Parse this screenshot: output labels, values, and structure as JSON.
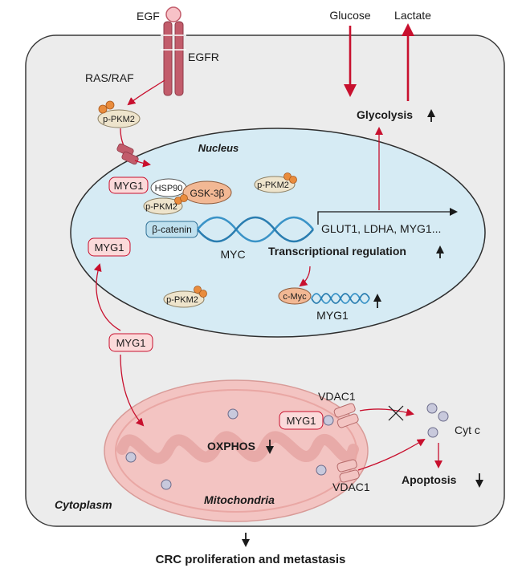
{
  "labels": {
    "egf": "EGF",
    "egfr": "EGFR",
    "ras_raf": "RAS/RAF",
    "glucose": "Glucose",
    "lactate": "Lactate",
    "glycolysis": "Glycolysis",
    "nucleus": "Nucleus",
    "myg1_nucleus": "MYG1",
    "hsp90": "HSP90",
    "gsk3b": "GSK-3β",
    "ppkm2_complex": "p-PKM2",
    "ppkm2_nucleus_top": "p-PKM2",
    "ppkm2_nucleus_bottom": "p-PKM2",
    "ppkm2_cyto": "p-PKM2",
    "beta_catenin": "β-catenin",
    "myc_gene": "MYC",
    "targets": "GLUT1, LDHA, MYG1...",
    "transcriptional_regulation": "Transcriptional regulation",
    "cmyc": "c-Myc",
    "myg1_gene": "MYG1",
    "myg1_left": "MYG1",
    "myg1_cyto": "MYG1",
    "myg1_mito": "MYG1",
    "vdac1_top": "VDAC1",
    "vdac1_bottom": "VDAC1",
    "cyt_c": "Cyt c",
    "oxphos": "OXPHOS",
    "apoptosis": "Apoptosis",
    "cytoplasm": "Cytoplasm",
    "mitochondria": "Mitochondria",
    "outcome": "CRC proliferation and metastasis"
  },
  "colors": {
    "cell_fill": "#ececec",
    "nucleus_fill": "#d6ebf4",
    "mito_fill": "#f3c4c2",
    "mito_inner": "#e9a7a4",
    "arrow_red": "#c8102e",
    "myg1_fill": "#fbdada",
    "pkm2_fill": "#eee4cc",
    "phospho": "#e98c3d",
    "gsk_fill": "#f2b894",
    "catenin_fill": "#bfe0ee",
    "dna_blue": "#3a93c7",
    "egfr_fill": "#c25c6b"
  }
}
